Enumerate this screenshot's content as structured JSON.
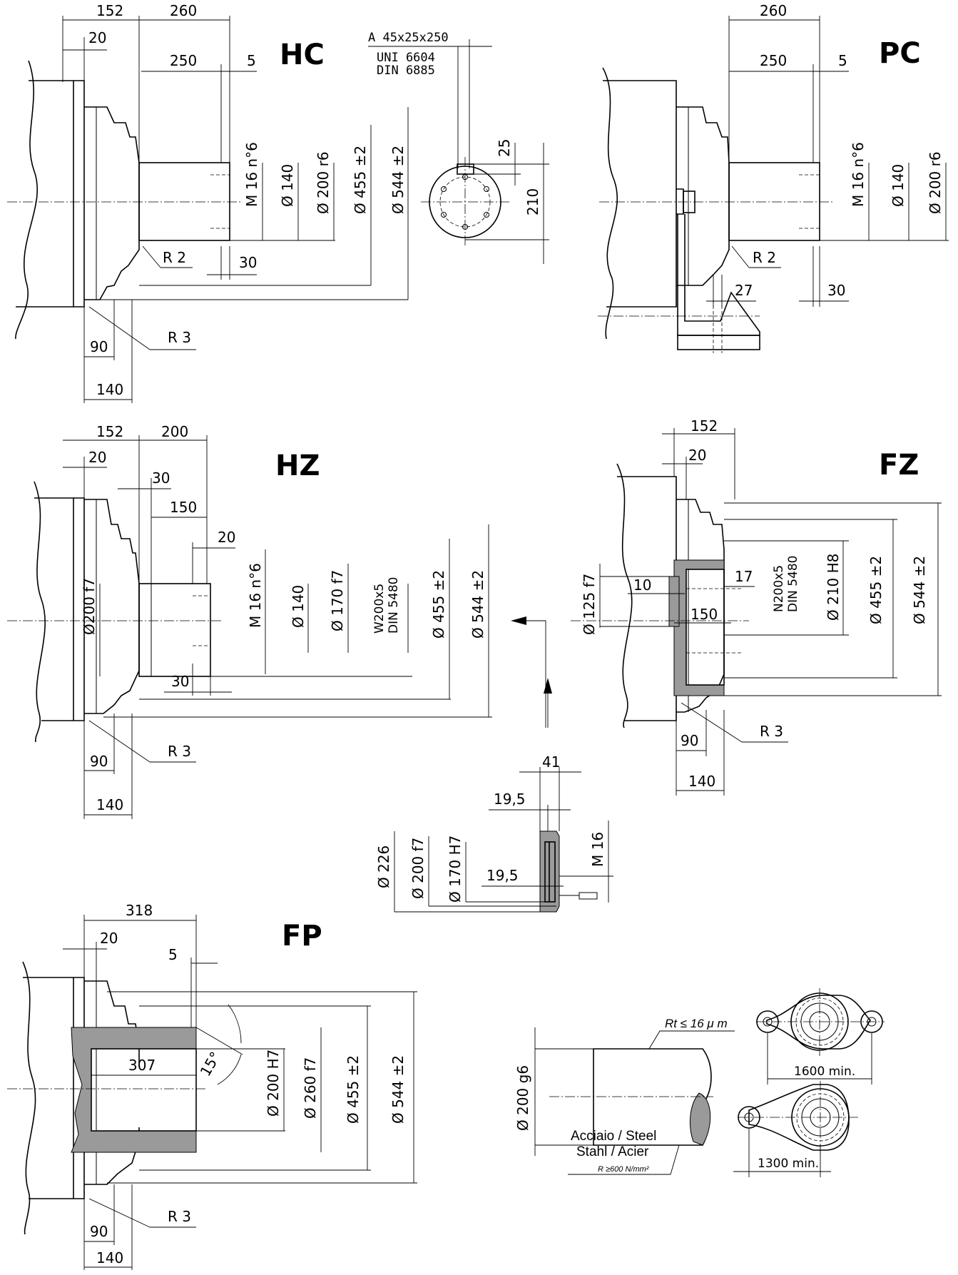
{
  "views": {
    "hc": {
      "title": "HC",
      "dims": [
        "152",
        "260",
        "20",
        "250",
        "5",
        "M 16 n°6",
        "Ø 140",
        "Ø 200 r6",
        "Ø 455 ±2",
        "Ø 544 ±2",
        "R 2",
        "30",
        "R 3",
        "90",
        "140"
      ],
      "key": {
        "spec": "A 45x25x250",
        "std1": "UNI 6604",
        "std2": "DIN 6885",
        "d25": "25",
        "d210": "210"
      }
    },
    "pc": {
      "title": "PC",
      "dims": [
        "260",
        "250",
        "5",
        "M 16 n°6",
        "Ø 140",
        "Ø 200 r6",
        "R 2",
        "27",
        "30"
      ]
    },
    "hz": {
      "title": "HZ",
      "dims": [
        "152",
        "200",
        "20",
        "30",
        "150",
        "20",
        "Ø200 f7",
        "M 16 n°6",
        "Ø 140",
        "Ø 170 f7",
        "W200x5",
        "DIN 5480",
        "Ø 455 ±2",
        "Ø 544 ±2",
        "30",
        "R 3",
        "90",
        "140"
      ]
    },
    "fz": {
      "title": "FZ",
      "dims": [
        "152",
        "20",
        "Ø 125 f7",
        "10",
        "17",
        "150",
        "N200x5",
        "DIN 5480",
        "Ø 210 H8",
        "Ø 455 ±2",
        "Ø 544 ±2",
        "R 3",
        "90",
        "140"
      ]
    },
    "cover": {
      "dims": [
        "41",
        "19,5",
        "Ø 226",
        "Ø 200 f7",
        "Ø 170 H7",
        "19,5",
        "M 16"
      ]
    },
    "fp": {
      "title": "FP",
      "dims": [
        "318",
        "20",
        "5",
        "307",
        "15°",
        "Ø 200 H7",
        "Ø 260 f7",
        "Ø 455 ±2",
        "Ø 544 ±2",
        "R 3",
        "90",
        "140"
      ]
    },
    "shaft": {
      "roughness": "Rt ≤ 16 μ m",
      "dia": "Ø 200 g6",
      "material": "Acciaio / Steel",
      "material2": "Stahl / Acier",
      "strength": "R ≥600 N/mm²"
    },
    "arms": {
      "arm1": "1600 min.",
      "arm2": "1300 min."
    }
  }
}
